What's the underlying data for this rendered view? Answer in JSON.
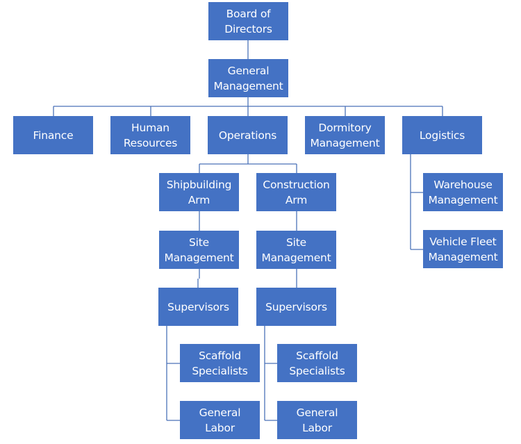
{
  "diagram": {
    "type": "org-chart",
    "colors": {
      "box_fill": "#4472c4",
      "box_text": "#ffffff",
      "connector": "#4a72b8"
    },
    "nodes": {
      "board": "Board of\nDirectors",
      "general_management": "General\nManagement",
      "finance": "Finance",
      "human_resources": "Human\nResources",
      "operations": "Operations",
      "dormitory_management": "Dormitory\nManagement",
      "logistics": "Logistics",
      "shipbuilding_arm": "Shipbuilding\nArm",
      "construction_arm": "Construction\nArm",
      "ship_site_management": "Site\nManagement",
      "cons_site_management": "Site\nManagement",
      "ship_supervisors": "Supervisors",
      "cons_supervisors": "Supervisors",
      "ship_scaffold": "Scaffold\nSpecialists",
      "cons_scaffold": "Scaffold\nSpecialists",
      "ship_general_labor": "General\nLabor",
      "cons_general_labor": "General\nLabor",
      "warehouse_management": "Warehouse\nManagement",
      "vehicle_fleet_management": "Vehicle Fleet\nManagement"
    },
    "edges": [
      [
        "board",
        "general_management"
      ],
      [
        "general_management",
        "finance"
      ],
      [
        "general_management",
        "human_resources"
      ],
      [
        "general_management",
        "operations"
      ],
      [
        "general_management",
        "dormitory_management"
      ],
      [
        "general_management",
        "logistics"
      ],
      [
        "operations",
        "shipbuilding_arm"
      ],
      [
        "operations",
        "construction_arm"
      ],
      [
        "shipbuilding_arm",
        "ship_site_management"
      ],
      [
        "ship_site_management",
        "ship_supervisors"
      ],
      [
        "ship_supervisors",
        "ship_scaffold"
      ],
      [
        "ship_supervisors",
        "ship_general_labor"
      ],
      [
        "construction_arm",
        "cons_site_management"
      ],
      [
        "cons_site_management",
        "cons_supervisors"
      ],
      [
        "cons_supervisors",
        "cons_scaffold"
      ],
      [
        "cons_supervisors",
        "cons_general_labor"
      ],
      [
        "logistics",
        "warehouse_management"
      ],
      [
        "logistics",
        "vehicle_fleet_management"
      ]
    ]
  }
}
